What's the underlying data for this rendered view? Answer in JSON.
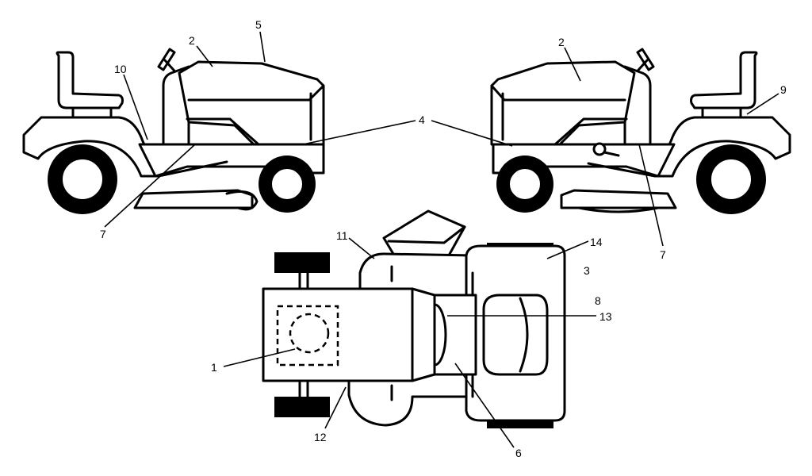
{
  "callouts": {
    "c1": "1",
    "c2a": "2",
    "c2b": "2",
    "c3": "3",
    "c4": "4",
    "c5": "5",
    "c6": "6",
    "c7a": "7",
    "c7b": "7",
    "c8": "8",
    "c9": "9",
    "c10": "10",
    "c11": "11",
    "c12": "12",
    "c13": "13",
    "c14": "14"
  }
}
